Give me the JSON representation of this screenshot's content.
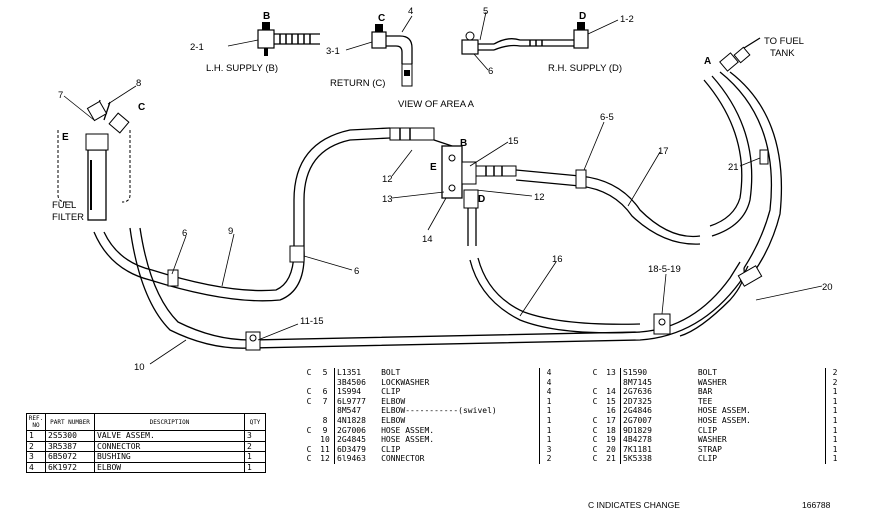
{
  "view": {
    "title": "VIEW OF AREA A",
    "lh_supply": "L.H. SUPPLY (B)",
    "return": "RETURN (C)",
    "rh_supply": "R.H. SUPPLY (D)",
    "to_fuel_tank_1": "TO FUEL",
    "to_fuel_tank_2": "TANK",
    "fuel_filter_1": "FUEL",
    "fuel_filter_2": "FILTER"
  },
  "callouts": {
    "A": "A",
    "B": "B",
    "C": "C",
    "D": "D",
    "E": "E",
    "c2_1": "2-1",
    "c3_1": "3-1",
    "c4": "4",
    "c5": "5",
    "c6a": "6",
    "c1_2": "1-2",
    "c8": "8",
    "c7": "7",
    "c9": "9",
    "c6b": "6",
    "c6c": "6",
    "c10": "10",
    "c11_15": "11-15",
    "c12a": "12",
    "c12b": "12",
    "c13": "13",
    "c14": "14",
    "c15": "15",
    "c6_5": "6-5",
    "c16": "16",
    "c17": "17",
    "c18_5_19": "18-5-19",
    "c20": "20",
    "c21": "21"
  },
  "table_main": {
    "headers": [
      "REF. NO",
      "PART NUMBER",
      "DESCRIPTION",
      "QTY"
    ],
    "rows": [
      {
        "ref": "1",
        "part": "2S5300",
        "desc": "VALVE ASSEM.",
        "qty": "3"
      },
      {
        "ref": "2",
        "part": "3R5387",
        "desc": "CONNECTOR",
        "qty": "2"
      },
      {
        "ref": "3",
        "part": "6B5072",
        "desc": "BUSHING",
        "qty": "1"
      },
      {
        "ref": "4",
        "part": "6K1972",
        "desc": "ELBOW",
        "qty": "1"
      }
    ]
  },
  "table_mid": {
    "rows": [
      {
        "c": "C",
        "ref": "5",
        "part": "L1351",
        "desc": "BOLT",
        "qty": "4"
      },
      {
        "c": "",
        "ref": "",
        "part": "3B4506",
        "desc": "LOCKWASHER",
        "qty": "4"
      },
      {
        "c": "C",
        "ref": "6",
        "part": "1S994",
        "desc": "CLIP",
        "qty": "4"
      },
      {
        "c": "C",
        "ref": "7",
        "part": "6L9777",
        "desc": "ELBOW",
        "qty": "1"
      },
      {
        "c": "",
        "ref": "",
        "part": "8M547",
        "desc": "ELBOW-----------(swivel)",
        "qty": "1"
      },
      {
        "c": "",
        "ref": "8",
        "part": "4N1828",
        "desc": "ELBOW",
        "qty": "1"
      },
      {
        "c": "C",
        "ref": "9",
        "part": "2G7006",
        "desc": "HOSE ASSEM.",
        "qty": "1"
      },
      {
        "c": "",
        "ref": "10",
        "part": "2G4845",
        "desc": "HOSE ASSEM.",
        "qty": "1"
      },
      {
        "c": "C",
        "ref": "11",
        "part": "6D3479",
        "desc": "CLIP",
        "qty": "3"
      },
      {
        "c": "C",
        "ref": "12",
        "part": "6l9463",
        "desc": "CONNECTOR",
        "qty": "2"
      }
    ]
  },
  "table_right": {
    "rows": [
      {
        "c": "C",
        "ref": "13",
        "part": "S1590",
        "desc": "BOLT",
        "qty": "2"
      },
      {
        "c": "",
        "ref": "",
        "part": "8M7145",
        "desc": "WASHER",
        "qty": "2"
      },
      {
        "c": "C",
        "ref": "14",
        "part": "2G7636",
        "desc": "BAR",
        "qty": "1"
      },
      {
        "c": "C",
        "ref": "15",
        "part": "2D7325",
        "desc": "TEE",
        "qty": "1"
      },
      {
        "c": "",
        "ref": "16",
        "part": "2G4846",
        "desc": "HOSE ASSEM.",
        "qty": "1"
      },
      {
        "c": "C",
        "ref": "17",
        "part": "2G7007",
        "desc": "HOSE ASSEM.",
        "qty": "1"
      },
      {
        "c": "C",
        "ref": "18",
        "part": "9D1829",
        "desc": "CLIP",
        "qty": "1"
      },
      {
        "c": "C",
        "ref": "19",
        "part": "4B4278",
        "desc": "WASHER",
        "qty": "1"
      },
      {
        "c": "C",
        "ref": "20",
        "part": "7K1181",
        "desc": "STRAP",
        "qty": "1"
      },
      {
        "c": "C",
        "ref": "21",
        "part": "5K5338",
        "desc": "CLIP",
        "qty": "1"
      }
    ]
  },
  "footer": {
    "note": "C INDICATES CHANGE",
    "figure_number": "166788"
  }
}
